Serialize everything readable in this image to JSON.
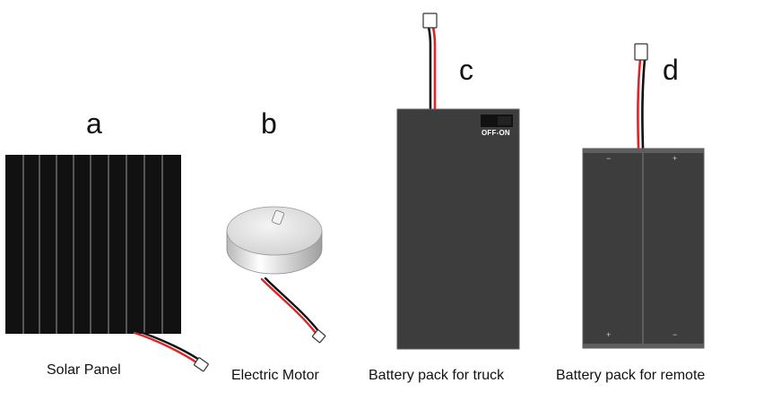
{
  "items": [
    {
      "letter": "a",
      "caption": "Solar Panel"
    },
    {
      "letter": "b",
      "caption": "Electric Motor"
    },
    {
      "letter": "c",
      "caption": "Battery pack for truck",
      "switch_label": "OFF-ON"
    },
    {
      "letter": "d",
      "caption": "Battery pack for remote",
      "polarity_top_left": "−",
      "polarity_top_right": "+",
      "polarity_bottom_left": "+",
      "polarity_bottom_right": "−"
    }
  ],
  "colors": {
    "panel": "#111111",
    "panel_line": "#9a9a9a",
    "battery": "#3d3d3d",
    "battery_edge": "#5e5e5e",
    "wire_red": "#d9262a",
    "wire_black": "#111111",
    "motor_body": "#e6e6e6",
    "switch": "#111111"
  }
}
